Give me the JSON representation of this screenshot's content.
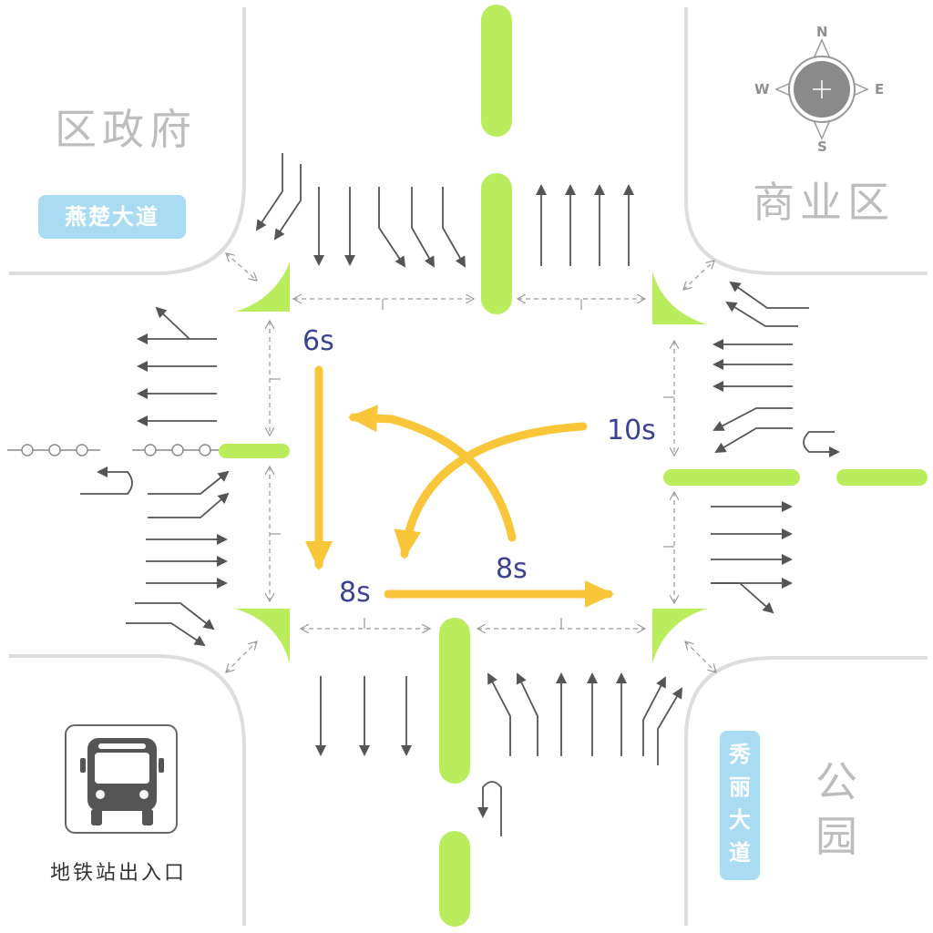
{
  "districts": {
    "nw": "区政府",
    "ne": "商业区",
    "se": "公园"
  },
  "roads": {
    "west_label": "燕楚大道",
    "south_label": "秀丽大道"
  },
  "compass": {
    "n": "N",
    "s": "S",
    "e": "E",
    "w": "W"
  },
  "timers": {
    "south_arrow": "6s",
    "right_turn_arrow": "10s",
    "east_arrow": "8s",
    "bottom_left": "8s"
  },
  "metro": {
    "label": "地铁站出入口",
    "icon": "bus-icon"
  },
  "colors": {
    "island": "#b9ed5d",
    "signal_path": "#f9c63a",
    "lane_arrow": "#555555",
    "timer_text": "#3c4291",
    "road_label_bg": "#a9dcf3",
    "curb": "#dddddd"
  }
}
